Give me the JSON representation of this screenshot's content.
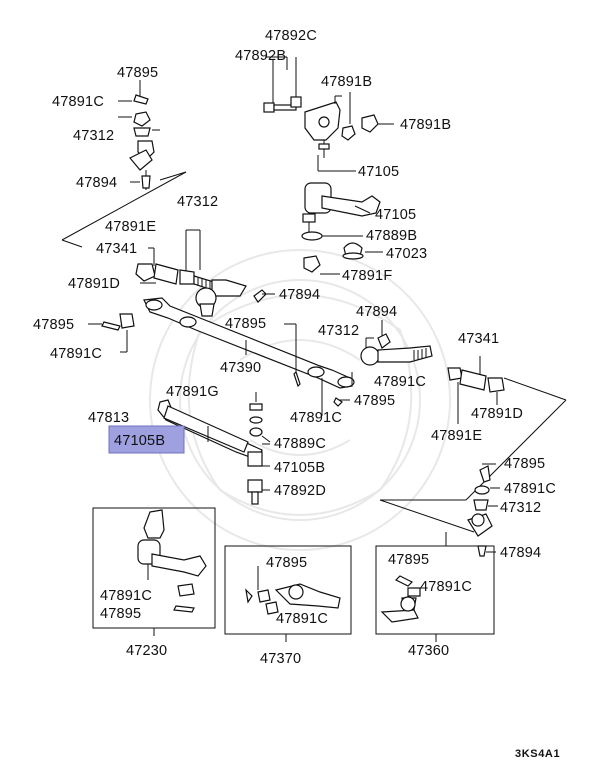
{
  "diagram": {
    "highlight_color": "#9ea0e0",
    "labels": {
      "l_47892C": "47892C",
      "l_47892B": "47892B",
      "l_47891B_top": "47891B",
      "l_47891B_right": "47891B",
      "l_47105_a": "47105",
      "l_47105_b": "47105",
      "l_47889B": "47889B",
      "l_47023": "47023",
      "l_47891F": "47891F",
      "l_47895_a": "47895",
      "l_47891C_a": "47891C",
      "l_47312_a": "47312",
      "l_47894_a": "47894",
      "l_47312_b": "47312",
      "l_47891E_a": "47891E",
      "l_47341_a": "47341",
      "l_47891D_a": "47891D",
      "l_47894_b": "47894",
      "l_47895_b": "47895",
      "l_47891C_b": "47891C",
      "l_47895_c": "47895",
      "l_47894_c": "47894",
      "l_47312_c": "47312",
      "l_47341_b": "47341",
      "l_47390": "47390",
      "l_47891C_c": "47891C",
      "l_47895_d": "47895",
      "l_47891G": "47891G",
      "l_47891C_d": "47891C",
      "l_47891D_b": "47891D",
      "l_47813": "47813",
      "l_47105B_hl": "47105B",
      "l_47889C": "47889C",
      "l_47891E_b": "47891E",
      "l_47105B": "47105B",
      "l_47892D": "47892D",
      "l_47895_e": "47895",
      "l_47891C_e": "47891C",
      "l_47312_d": "47312",
      "l_47894_d": "47894",
      "l_47891C_f": "47891C",
      "l_47895_f": "47895",
      "l_47230": "47230",
      "l_47895_g": "47895",
      "l_47891C_g": "47891C",
      "l_47370": "47370",
      "l_47895_h": "47895",
      "l_47891C_h": "47891C",
      "l_47360": "47360"
    },
    "diagram_code": "3KS4A1"
  }
}
